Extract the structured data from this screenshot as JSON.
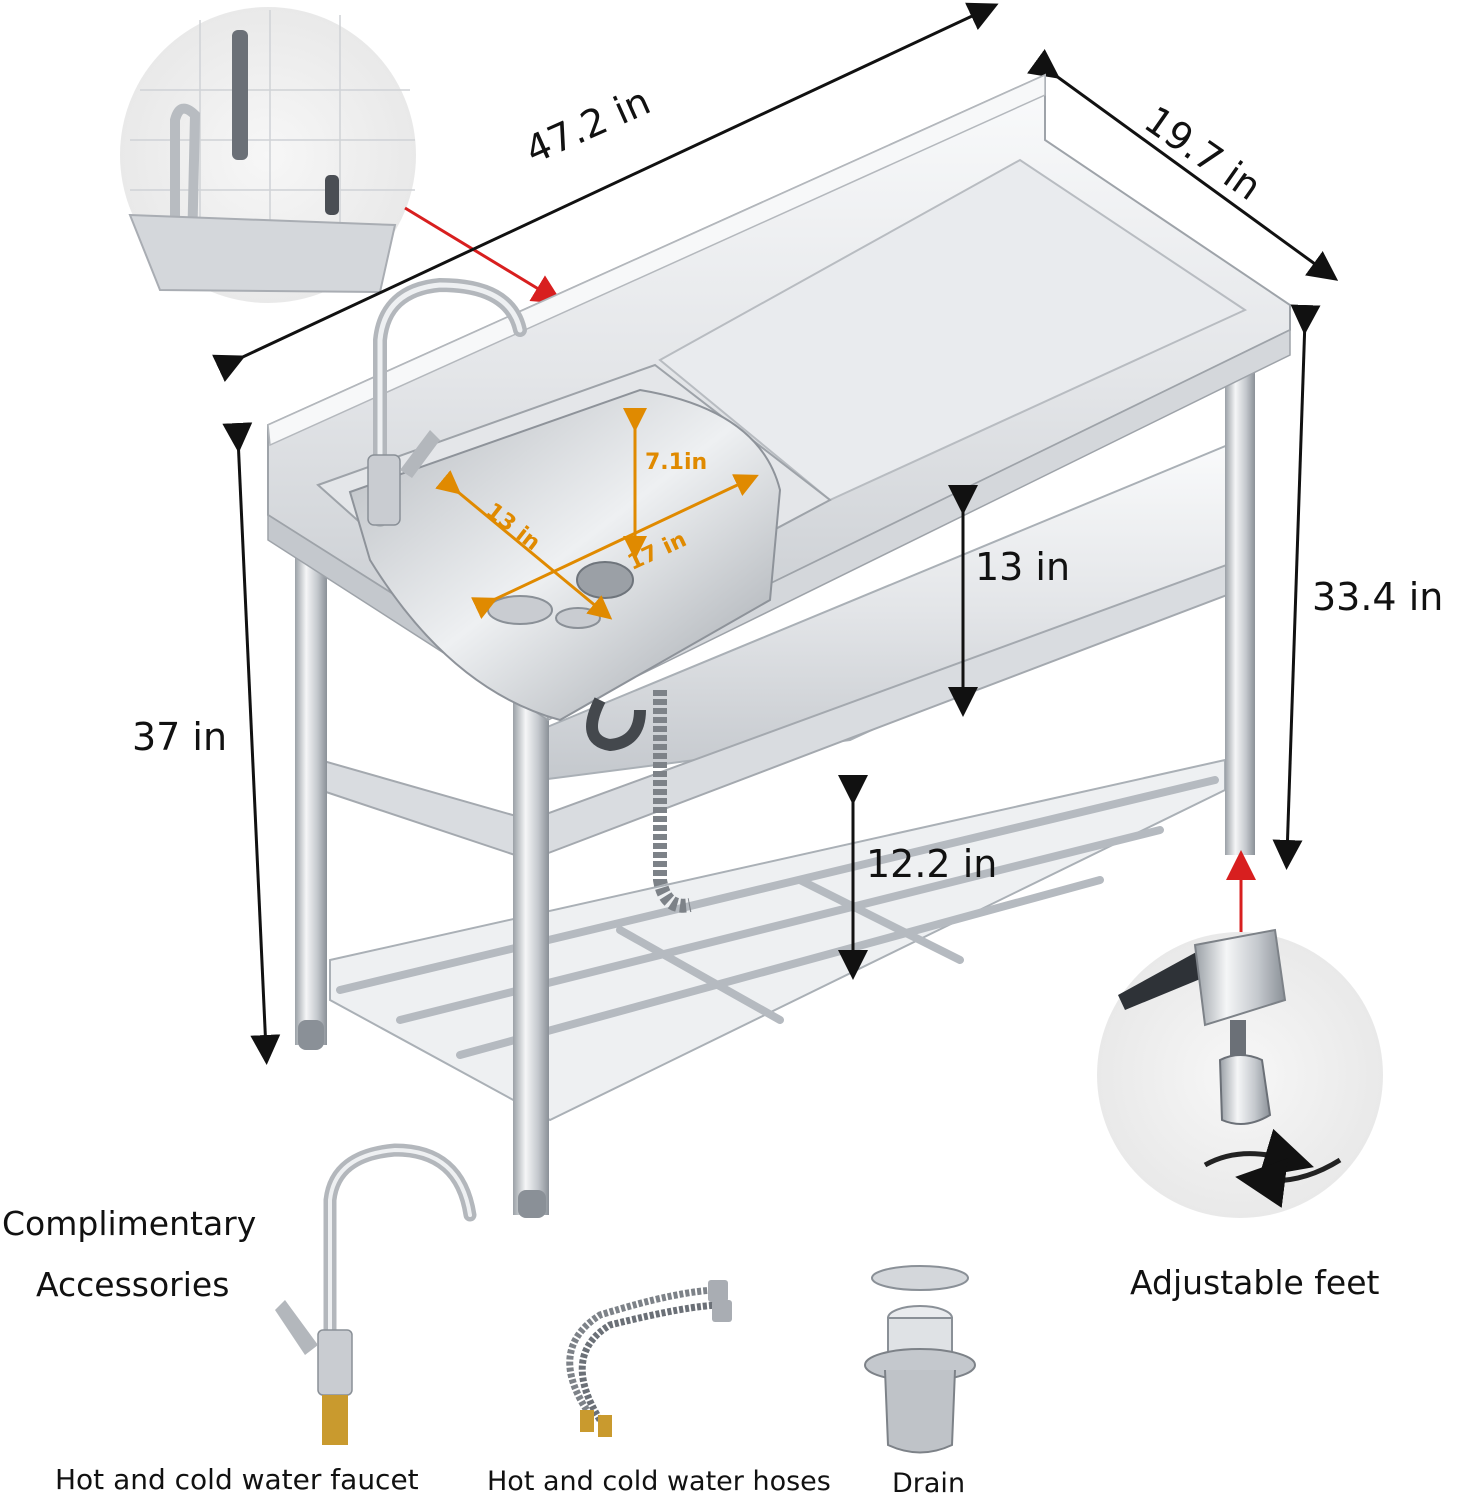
{
  "dimensions": {
    "length": "47.2 in",
    "depth": "19.7 in",
    "total_height": "37 in",
    "leg_height": "33.4 in",
    "under_sink_clearance": "13 in",
    "lower_shelf_gap": "12.2 in",
    "basin_depth": "7.1in",
    "basin_width": "13 in",
    "basin_length": "17 in"
  },
  "accessories": {
    "heading_line1": "Complimentary",
    "heading_line2": "Accessories",
    "faucet": "Hot and cold water faucet",
    "hoses": "Hot and cold water hoses",
    "drain": "Drain"
  },
  "feature": {
    "feet": "Adjustable feet"
  },
  "colors": {
    "steel_light": "#f2f3f5",
    "steel_mid": "#c9ccd1",
    "steel_dark": "#8e939a",
    "accent_arrow": "#d81f1f",
    "basin_annotation": "#e08a00"
  }
}
